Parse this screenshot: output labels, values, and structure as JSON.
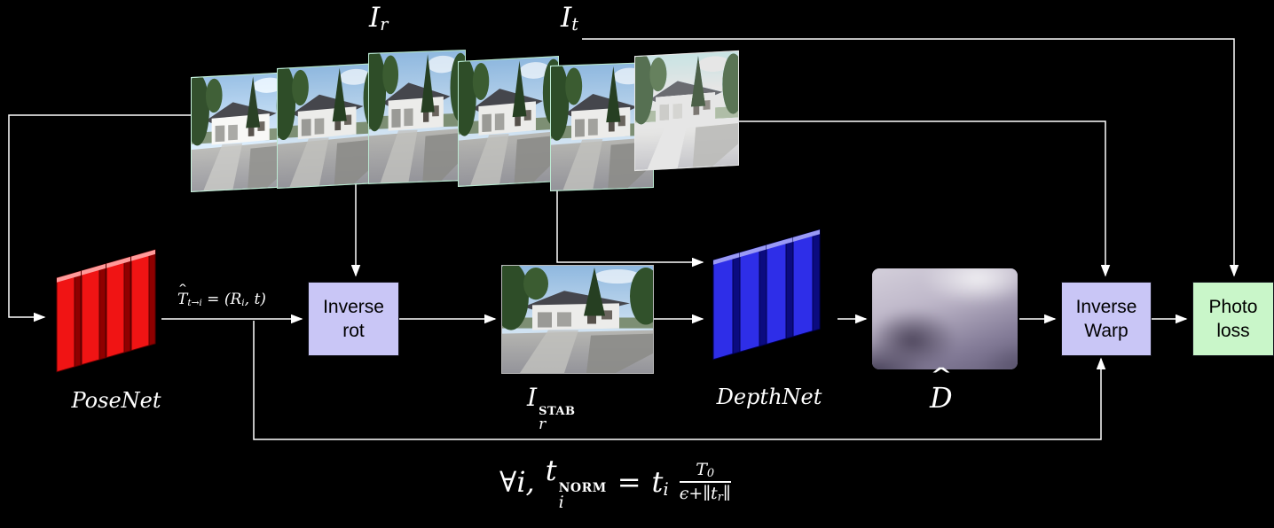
{
  "figure": {
    "background": "#000000",
    "wire_color": "#ffffff"
  },
  "inputs": {
    "reference_label": {
      "base": "I",
      "sub": "r"
    },
    "target_label": {
      "base": "I",
      "sub": "t"
    }
  },
  "posenet": {
    "label": "PoseNet",
    "color": "#f01414"
  },
  "depthnet": {
    "label": "DepthNet",
    "color": "#2e2ee8"
  },
  "pose_estimate": {
    "hat": "ˆ",
    "base": "T",
    "sub": "t→i",
    "mid": " = (R",
    "paren_sub": "i",
    "end": ", t)"
  },
  "boxes": {
    "inverse_rot": {
      "line1": "Inverse",
      "line2": "rot",
      "fill": "#c9c6f6"
    },
    "inverse_warp": {
      "line1": "Inverse",
      "line2": "Warp",
      "fill": "#c9c6f6"
    },
    "photo_loss": {
      "line1": "Photo",
      "line2": "loss",
      "fill": "#c9f6c9"
    }
  },
  "stabilized_label": {
    "base": "I",
    "sub": "r",
    "sup": "STAB"
  },
  "depth_label": {
    "hat": "ˆ",
    "base": "D"
  },
  "formula": {
    "forall": "∀i,",
    "lhs_base": "t",
    "lhs_sub": "i",
    "lhs_sup": "NORM",
    "equals": "=",
    "coef_base": "t",
    "coef_sub": "i",
    "num_base": "T",
    "num_sub": "0",
    "den_pre": "ϵ+∥t",
    "den_sub": "r",
    "den_post": "∥"
  }
}
